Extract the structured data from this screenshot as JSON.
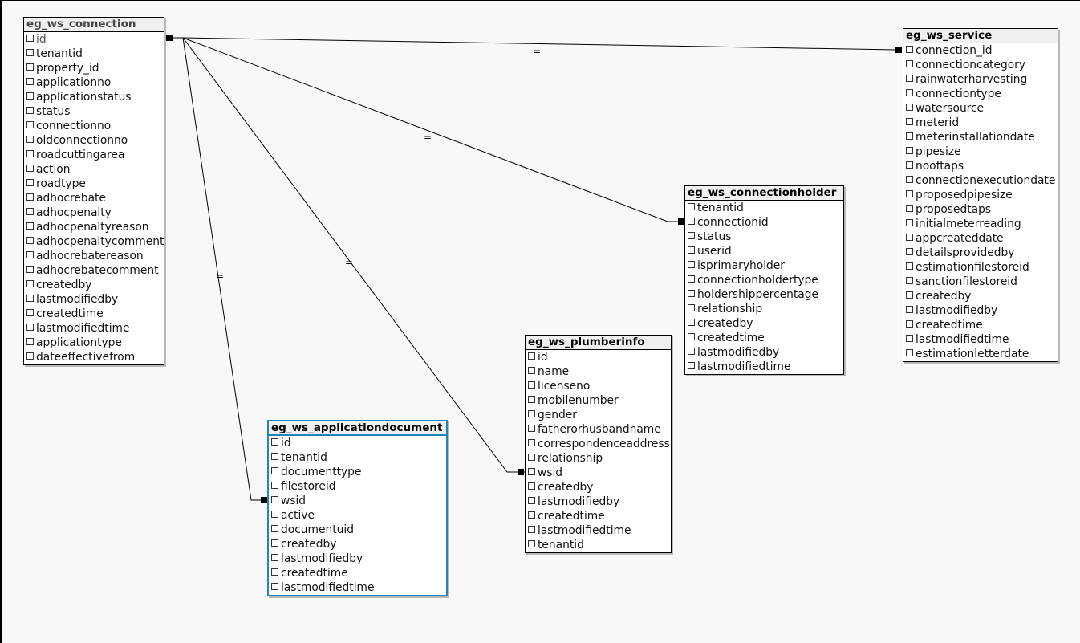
{
  "tables": {
    "connection": {
      "name": "eg_ws_connection",
      "columns": [
        "id",
        "tenantid",
        "property_id",
        "applicationno",
        "applicationstatus",
        "status",
        "connectionno",
        "oldconnectionno",
        "roadcuttingarea",
        "action",
        "roadtype",
        "adhocrebate",
        "adhocpenalty",
        "adhocpenaltyreason",
        "adhocpenaltycomment",
        "adhocrebatereason",
        "adhocrebatecomment",
        "createdby",
        "lastmodifiedby",
        "createdtime",
        "lastmodifiedtime",
        "applicationtype",
        "dateeffectivefrom"
      ]
    },
    "service": {
      "name": "eg_ws_service",
      "columns": [
        "connection_id",
        "connectioncategory",
        "rainwaterharvesting",
        "connectiontype",
        "watersource",
        "meterid",
        "meterinstallationdate",
        "pipesize",
        "nooftaps",
        "connectionexecutiondate",
        "proposedpipesize",
        "proposedtaps",
        "initialmeterreading",
        "appcreateddate",
        "detailsprovidedby",
        "estimationfilestoreid",
        "sanctionfilestoreid",
        "createdby",
        "lastmodifiedby",
        "createdtime",
        "lastmodifiedtime",
        "estimationletterdate"
      ]
    },
    "connectionholder": {
      "name": "eg_ws_connectionholder",
      "columns": [
        "tenantid",
        "connectionid",
        "status",
        "userid",
        "isprimaryholder",
        "connectionholdertype",
        "holdershippercentage",
        "relationship",
        "createdby",
        "createdtime",
        "lastmodifiedby",
        "lastmodifiedtime"
      ]
    },
    "plumberinfo": {
      "name": "eg_ws_plumberinfo",
      "columns": [
        "id",
        "name",
        "licenseno",
        "mobilenumber",
        "gender",
        "fatherorhusbandname",
        "correspondenceaddress",
        "relationship",
        "wsid",
        "createdby",
        "lastmodifiedby",
        "createdtime",
        "lastmodifiedtime",
        "tenantid"
      ]
    },
    "applicationdocument": {
      "name": "eg_ws_applicationdocument",
      "columns": [
        "id",
        "tenantid",
        "documenttype",
        "filestoreid",
        "wsid",
        "active",
        "documentuid",
        "createdby",
        "lastmodifiedby",
        "createdtime",
        "lastmodifiedtime"
      ]
    }
  },
  "relationships": [
    {
      "from": "eg_ws_connection.id",
      "to": "eg_ws_service.connection_id",
      "label": "="
    },
    {
      "from": "eg_ws_connection.id",
      "to": "eg_ws_connectionholder.connectionid",
      "label": "="
    },
    {
      "from": "eg_ws_connection.id",
      "to": "eg_ws_plumberinfo.wsid",
      "label": "="
    },
    {
      "from": "eg_ws_connection.id",
      "to": "eg_ws_applicationdocument.wsid",
      "label": "="
    }
  ],
  "colors": {
    "selected_border": "#1e86b8",
    "canvas": "#f8f8f6"
  }
}
